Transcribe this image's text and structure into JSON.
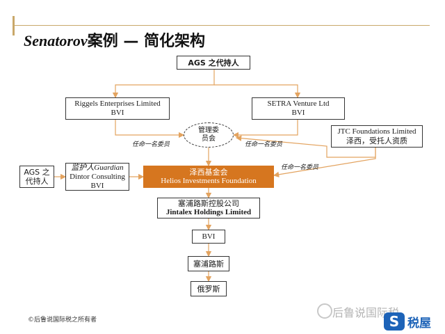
{
  "title": {
    "latin": "Senatorov",
    "cjk": "案例 — 简化架构"
  },
  "nodes": {
    "ags_holder": {
      "line1": "AGS 之代持人"
    },
    "riggels": {
      "line1": "Riggels Enterprises Limited",
      "line2": "BVI"
    },
    "setra": {
      "line1": "SETRA Venture Ltd",
      "line2": "BVI"
    },
    "committee": {
      "line1": "管理委",
      "line2": "员会"
    },
    "jtc": {
      "line1": "JTC Foundations Limited",
      "line2": "泽西，受托人资质"
    },
    "ags_holder_left": {
      "line1": "AGS 之",
      "line2": "代持人"
    },
    "guardian": {
      "line1": "监护人Guardian",
      "line2": "Dintor Consulting",
      "line3": "BVI"
    },
    "foundation": {
      "line1": "泽西基金会",
      "line2": "Helios Investments Foundation"
    },
    "jintalex": {
      "line1": "塞浦路斯控股公司",
      "line2": "Jintalex Holdings Limited"
    },
    "bvi": {
      "line1": "BVI"
    },
    "cyprus": {
      "line1": "塞浦路斯"
    },
    "russia": {
      "line1": "俄罗斯"
    }
  },
  "edge_labels": {
    "appoint_left": "任命一名委员",
    "appoint_right": "任命一名委员",
    "appoint_jtc": "任命一名委员"
  },
  "footer": "©后鲁说国际税之所有者",
  "watermark": "后鲁说国际税",
  "logo": {
    "mark": "S",
    "text": "税屋"
  },
  "colors": {
    "accent": "#c9a86a",
    "highlight": "#d6761f",
    "arrow": "#e3a35f"
  }
}
